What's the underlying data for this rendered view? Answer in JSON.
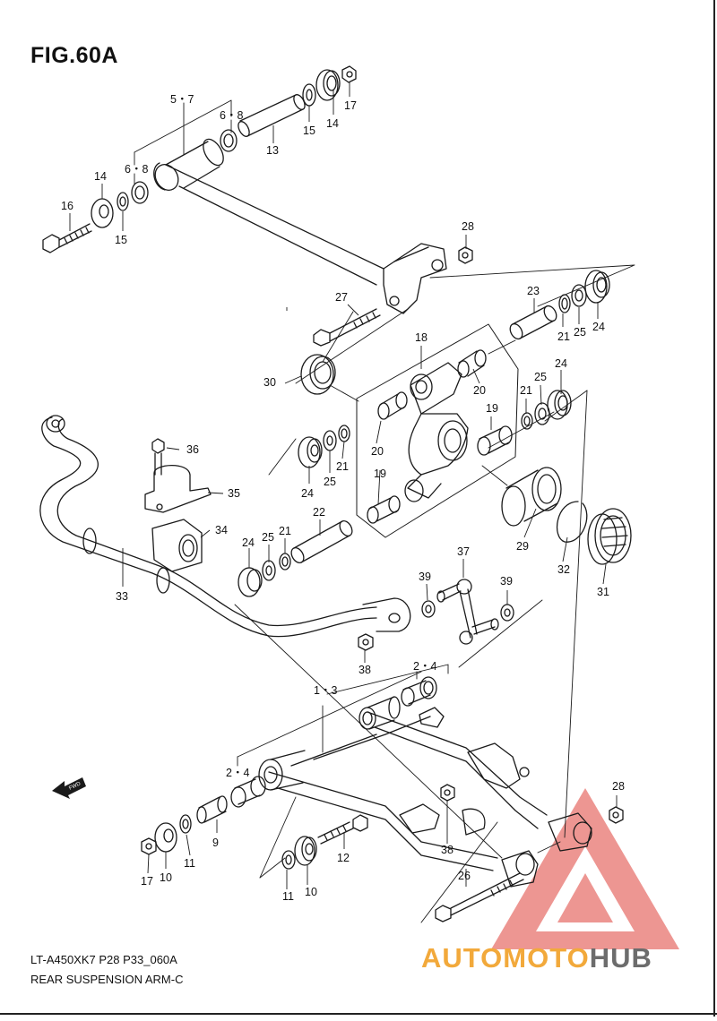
{
  "figure": {
    "title": "FIG.60A",
    "code": "LT-A450XK7 P28 P33_060A",
    "caption": "REAR SUSPENSION ARM-C"
  },
  "callouts": [
    "1・3",
    "2・4",
    "2・4",
    "5・7",
    "6・8",
    "6・8",
    "9",
    "10",
    "10",
    "11",
    "11",
    "12",
    "13",
    "14",
    "14",
    "15",
    "15",
    "16",
    "17",
    "17",
    "18",
    "19",
    "19",
    "20",
    "20",
    "21",
    "21",
    "21",
    "21",
    "22",
    "23",
    "24",
    "24",
    "24",
    "24",
    "25",
    "25",
    "25",
    "25",
    "26",
    "27",
    "28",
    "28",
    "29",
    "30",
    "31",
    "32",
    "33",
    "34",
    "35",
    "36",
    "37",
    "38",
    "38",
    "39",
    "39"
  ],
  "fwd_label": "FWD",
  "watermark": {
    "part1": "AUTOMOTO",
    "part2": "HUB",
    "color_orange": "#f2a93b",
    "color_gray": "#6c6c6c",
    "color_red": "#e0413a"
  },
  "colors": {
    "line": "#1a1a1a",
    "background": "#ffffff"
  }
}
